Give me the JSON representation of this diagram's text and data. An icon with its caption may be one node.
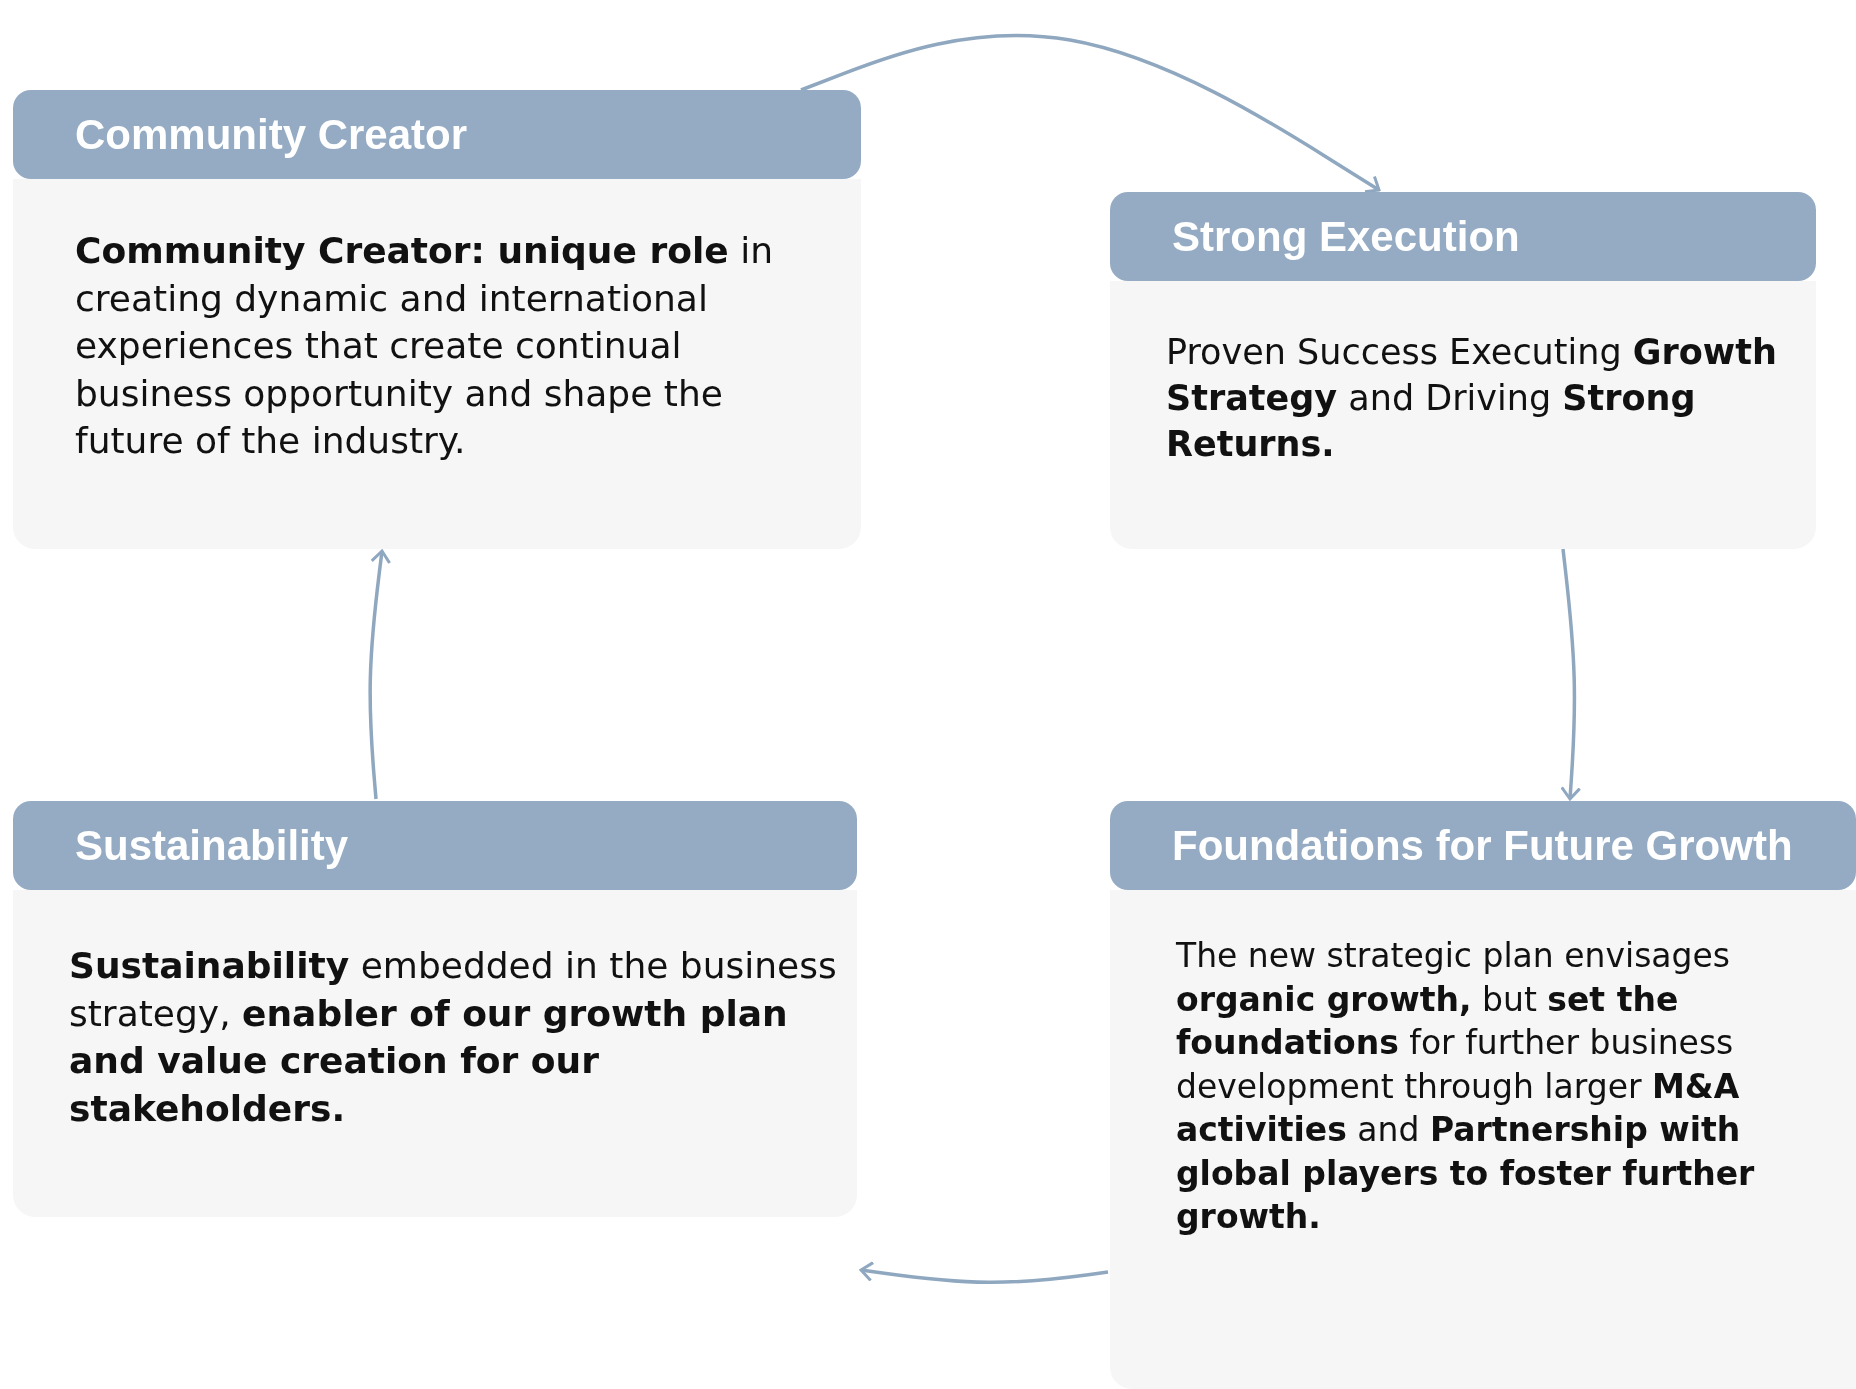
{
  "diagram": {
    "nodes": [
      {
        "text": [
          "Community Creator",
          "**Community Creator: unique role** in creating dynamic and international experiences that create continual business opportunity and shape the future of the industry."
        ]
      },
      {
        "text": [
          "Strong Execution",
          "Proven Success Executing **Growth Strategy** and Driving **Strong Returns.**"
        ]
      },
      {
        "text": [
          "Sustainability",
          "**Sustainability** embedded in the business strategy, **enabler of our growth plan and value creation for our stakeholders.**"
        ]
      },
      {
        "text": [
          "Foundations for Future Growth",
          "The new strategic plan envisages **organic growth,** but **set the foundations** for further business development through larger **M&A activities** and **Partnership with global players to foster further growth.**"
        ]
      }
    ],
    "edges": [
      {
        "from": 0,
        "to": 1,
        "arrow": "to"
      },
      {
        "from": 1,
        "to": 3,
        "arrow": "to"
      },
      {
        "from": 3,
        "to": 2,
        "arrow": "to"
      },
      {
        "from": 2,
        "to": 0,
        "arrow": "to"
      }
    ]
  }
}
